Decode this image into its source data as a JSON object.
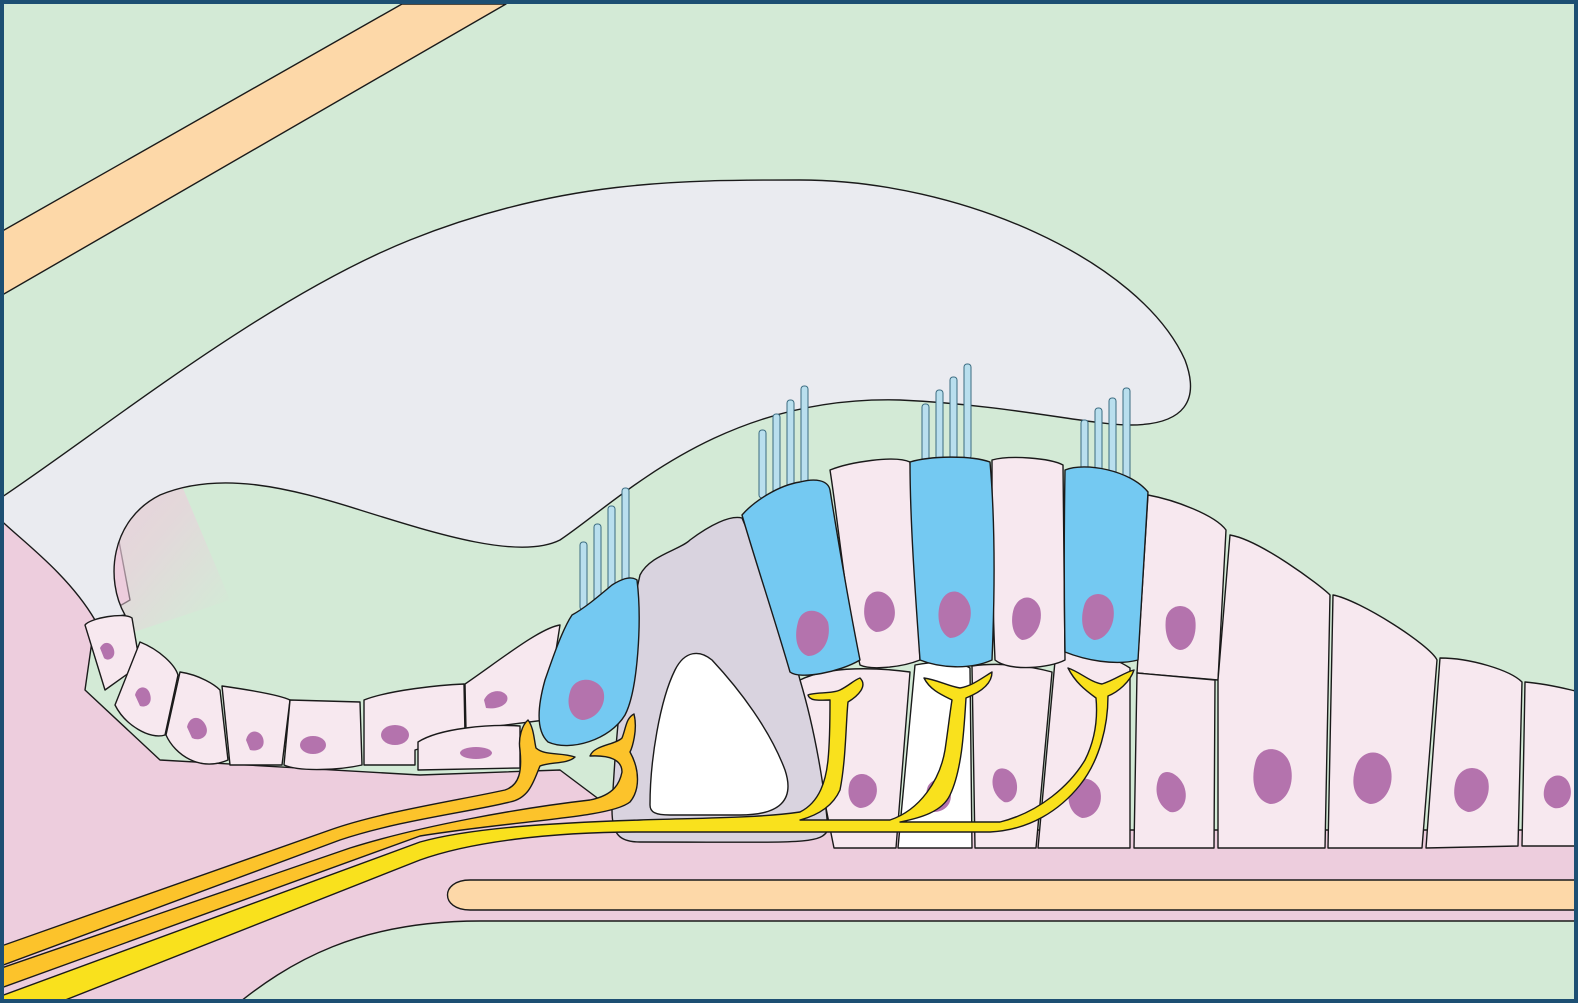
{
  "title": "",
  "labels": [],
  "colors": {
    "frame": "#1d4f73",
    "endolymph": "#d3ead6",
    "membrane": "#fdd8a8",
    "tectorial": "#eaebf0",
    "tissue": "#edcddd",
    "cell": "#f7e8ef",
    "hair_cell": "#74c9f2",
    "stereocilia": "#b9dfee",
    "nucleus": "#b473ad",
    "pillar": "#d9d3df",
    "tunnel": "#ffffff",
    "afferent": "#fcc32b",
    "efferent": "#f9e11d"
  },
  "structures": [
    {
      "name": "tectorial-membrane"
    },
    {
      "name": "inner-hair-cell"
    },
    {
      "name": "outer-hair-cell",
      "count": 3
    },
    {
      "name": "pillar-cells-tunnel"
    },
    {
      "name": "supporting-cells"
    },
    {
      "name": "basilar-membrane"
    },
    {
      "name": "reissners-membrane"
    },
    {
      "name": "nerve-fibers",
      "count": 4
    }
  ]
}
